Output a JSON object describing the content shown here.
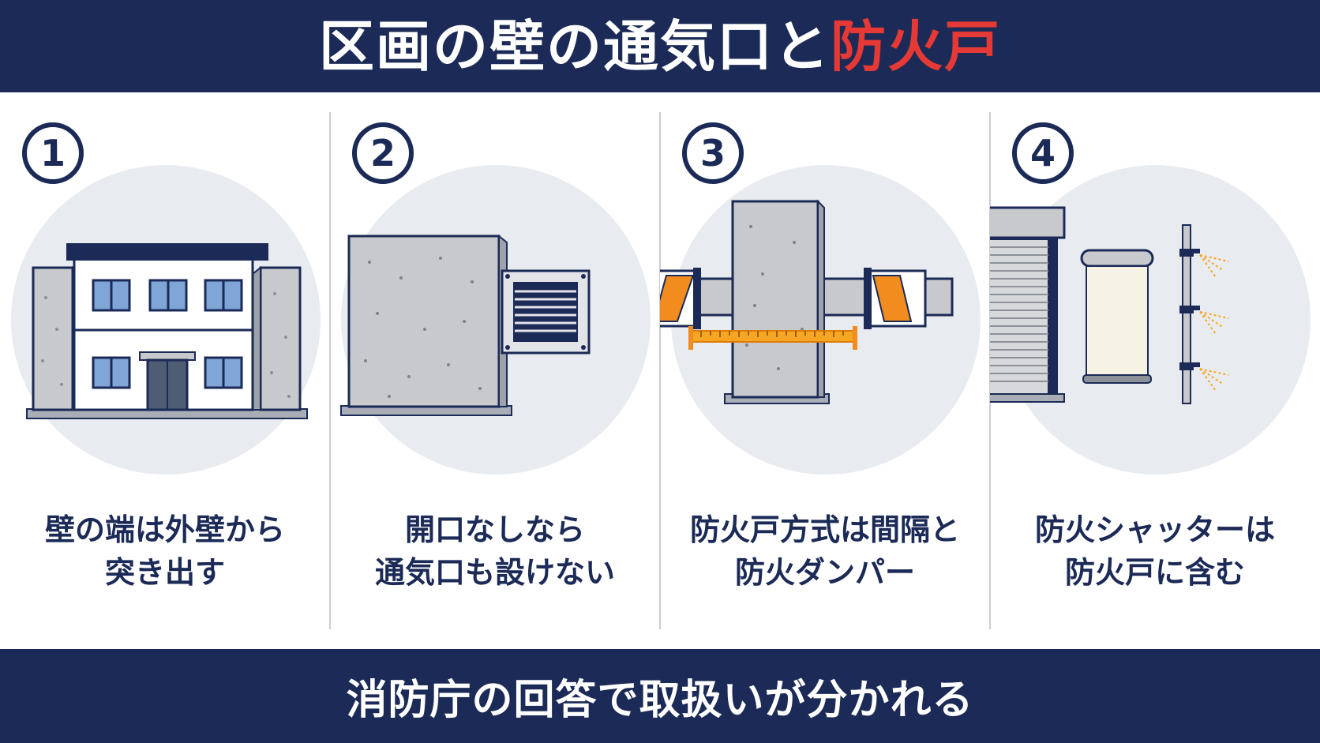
{
  "header": {
    "title_main": "区画の壁の通気口と",
    "title_accent": "防火戸"
  },
  "panels": [
    {
      "number": "1",
      "caption_line1": "壁の端は外壁から",
      "caption_line2": "突き出す",
      "illustration": "building-with-protruding-walls"
    },
    {
      "number": "2",
      "caption_line1": "開口なしなら",
      "caption_line2": "通気口も設けない",
      "illustration": "concrete-wall-and-vent-grille"
    },
    {
      "number": "3",
      "caption_line1": "防火戸方式は間隔と",
      "caption_line2": "防火ダンパー",
      "illustration": "duct-through-wall-with-dampers"
    },
    {
      "number": "4",
      "caption_line1": "防火シャッターは",
      "caption_line2": "防火戸に含む",
      "illustration": "fire-shutter-and-roll-screen"
    }
  ],
  "footer": {
    "text": "消防庁の回答で取扱いが分かれる"
  },
  "colors": {
    "navy": "#1b2a56",
    "accent_red": "#e53935",
    "orange": "#f28c1e",
    "concrete": "#c8c9cc",
    "panel_bg": "#e8ebf0"
  }
}
